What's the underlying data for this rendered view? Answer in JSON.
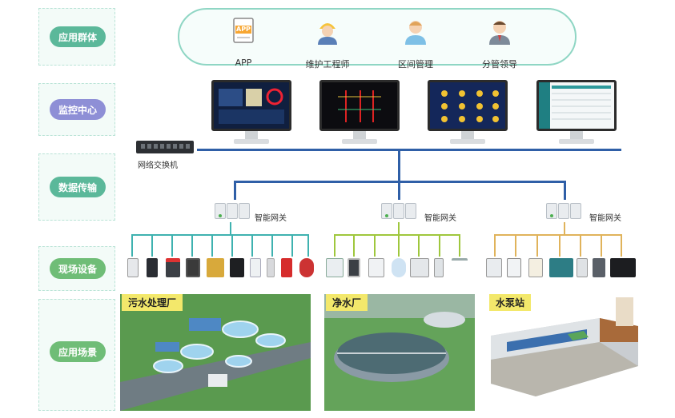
{
  "rows": {
    "user_group": "应用群体",
    "monitor_center": "监控中心",
    "data_transfer": "数据传输",
    "field_devices": "现场设备",
    "scenarios": "应用场景"
  },
  "users": [
    {
      "label": "APP",
      "icon": "app-icon"
    },
    {
      "label": "维护工程师",
      "icon": "engineer-icon"
    },
    {
      "label": "区间管理",
      "icon": "manager-icon"
    },
    {
      "label": "分管领导",
      "icon": "leader-icon"
    }
  ],
  "app_badge": "APP",
  "switch_label": "网络交换机",
  "gateways": [
    {
      "label": "智能网关"
    },
    {
      "label": "智能网关"
    },
    {
      "label": "智能网关"
    }
  ],
  "scenes": [
    {
      "label": "污水处理厂"
    },
    {
      "label": "净水厂"
    },
    {
      "label": "水泵站"
    }
  ],
  "colors": {
    "backbone": "#2f5fa7",
    "bus_1": "#3fb2b0",
    "bus_2": "#9fc73d",
    "bus_3": "#e0b35b",
    "pill_green": "#5bb89a",
    "pill_purple": "#8e8fd6",
    "scene_tag": "#f3e86b"
  }
}
